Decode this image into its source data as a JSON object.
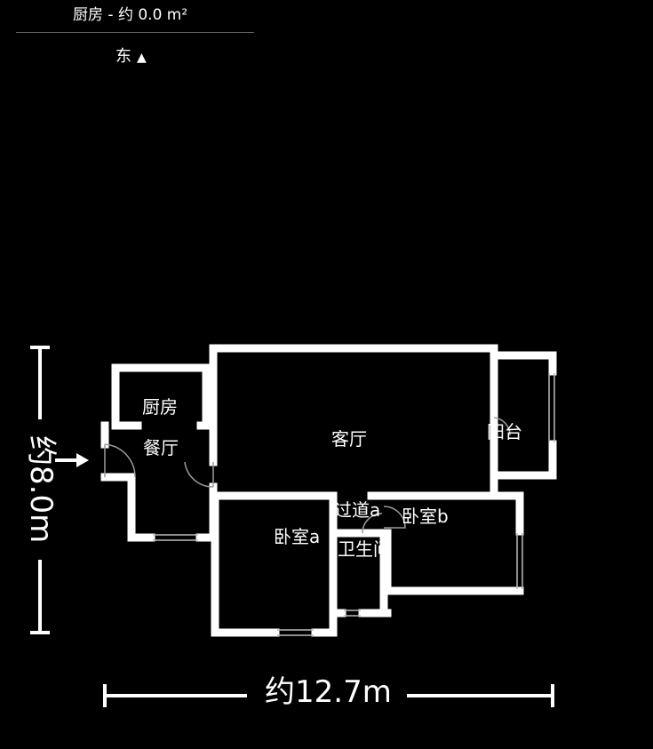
{
  "header": {
    "room_area": "厨房 - 约 0.0 m²",
    "orientation": "东",
    "orientation_icon": "triangle-up-icon"
  },
  "rooms": {
    "kitchen": "厨房",
    "dining": "餐厅",
    "living": "客厅",
    "balcony": "阳台",
    "corridor": "过道a",
    "bedroom_a": "卧室a",
    "bedroom_b": "卧室b",
    "bathroom": "卫生间"
  },
  "dimensions": {
    "width": "约12.7m",
    "height": "约8.0m"
  },
  "colors": {
    "background": "#000000",
    "wall": "#ffffff",
    "door": "#9a9a9a"
  }
}
